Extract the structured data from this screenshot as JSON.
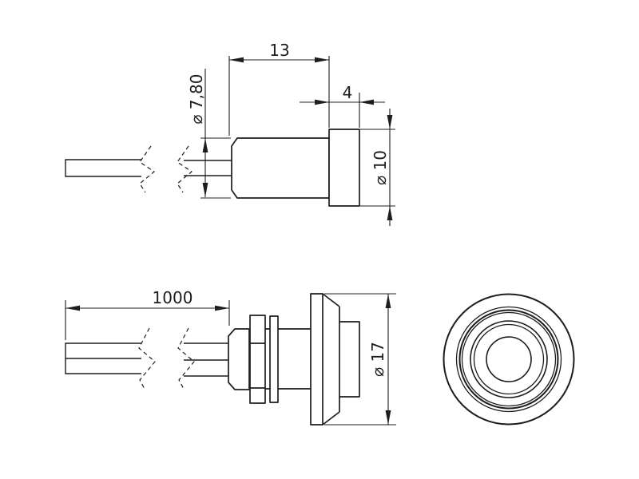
{
  "drawing": {
    "background": "#ffffff",
    "line_color": "#1d1d1d",
    "views": {
      "lamp_side": {
        "title": "lamp-side-view",
        "dims": {
          "body_length": {
            "label": "13",
            "value": 13,
            "measures": "lamp body length"
          },
          "head_length": {
            "label": "4",
            "value": 4,
            "measures": "lamp head length"
          },
          "body_diameter": {
            "label": "⌀ 7,80",
            "value": 7.8,
            "measures": "lamp body diameter"
          },
          "head_diameter": {
            "label": "⌀ 10",
            "value": 10,
            "measures": "lamp head diameter"
          }
        }
      },
      "assembly_side": {
        "title": "assembly-side-view",
        "dims": {
          "cable_length": {
            "label": "1000",
            "value": 1000,
            "measures": "cable length"
          },
          "flange_diameter": {
            "label": "⌀ 17",
            "value": 17,
            "measures": "front flange diameter"
          }
        }
      },
      "assembly_front": {
        "title": "assembly-front-view"
      }
    }
  }
}
